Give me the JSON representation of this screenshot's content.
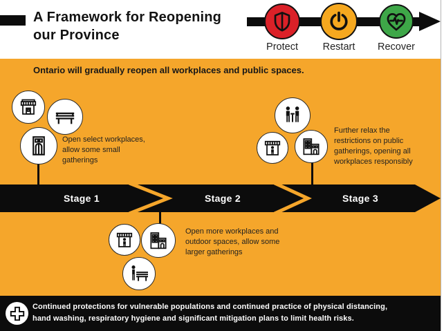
{
  "header": {
    "title_line1": "A Framework for Reopening",
    "title_line2": "our Province",
    "phases": [
      {
        "label": "Protect",
        "icon": "shield-icon",
        "color": "#DB2128"
      },
      {
        "label": "Restart",
        "icon": "power-icon",
        "color": "#F6A81F"
      },
      {
        "label": "Recover",
        "icon": "heart-pulse-icon",
        "color": "#3EA748"
      }
    ]
  },
  "intro": {
    "text": "Ontario will gradually reopen all workplaces and public spaces."
  },
  "stages": [
    {
      "label": "Stage 1",
      "icons": [
        "storefront-icon",
        "bench-icon",
        "door-icon"
      ],
      "lines": [
        "Open select workplaces,",
        "allow some small",
        "gatherings"
      ]
    },
    {
      "label": "Stage 2",
      "icons": [
        "storefront-person-icon",
        "buildings-icon",
        "person-bench-icon"
      ],
      "lines": [
        "Open more workplaces and",
        "outdoor spaces, allow some",
        "larger gatherings"
      ]
    },
    {
      "label": "Stage 3",
      "icons": [
        "people-table-icon",
        "storefront-person-icon",
        "buildings-icon"
      ],
      "lines": [
        "Further relax the",
        "restrictions on public",
        "gatherings, opening all",
        "workplaces responsibly"
      ]
    }
  ],
  "footer": {
    "icon": "medical-cross-icon",
    "lines": [
      "Continued protections for vulnerable populations and continued practice of physical distancing,",
      "hand washing, respiratory hygiene and significant mitigation plans to limit health risks."
    ]
  },
  "colors": {
    "background_orange": "#F5A62B",
    "band_black": "#0c0c0c",
    "protect_red": "#DB2128",
    "restart_yellow": "#F6A81F",
    "recover_green": "#3EA748"
  }
}
